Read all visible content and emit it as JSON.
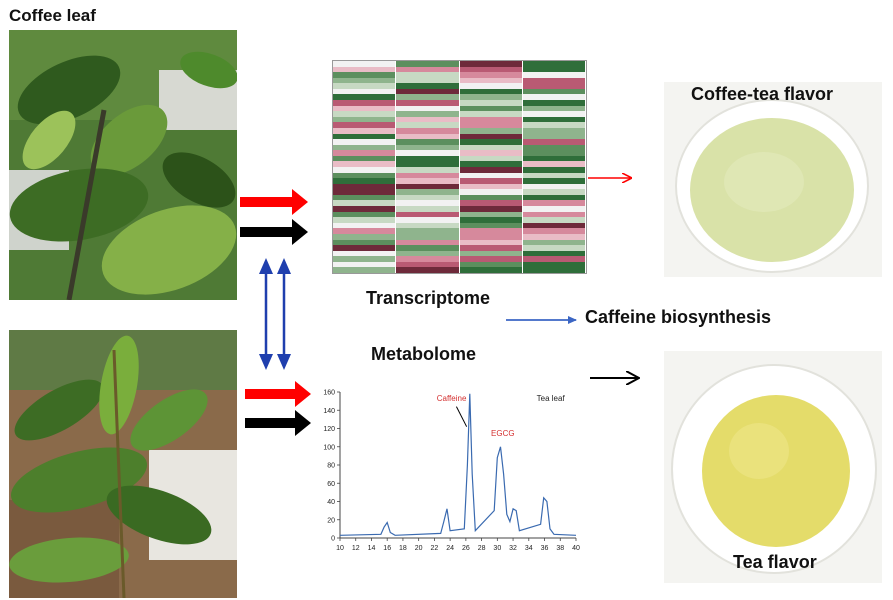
{
  "labels": {
    "coffee_leaf": "Coffee leaf",
    "transcriptome": "Transcriptome",
    "metabolome": "Metabolome",
    "caffeine_biosynthesis": "Caffeine biosynthesis",
    "coffee_tea_flavor": "Coffee-tea flavor",
    "tea_flavor": "Tea flavor"
  },
  "colors": {
    "red_arrow": "#ff0000",
    "black_arrow": "#000000",
    "blue_arrow": "#1f3fae",
    "caffeine_label": "#d43030",
    "chromatogram_line": "#3a6ab0",
    "coffee_tea_liquid": "#d9e2a8",
    "tea_liquid": "#e4dc6a"
  },
  "heatmap": {
    "columns": 4,
    "rows": 38,
    "palette": [
      "#2f6e3a",
      "#5c8f5e",
      "#8fb48d",
      "#c7d9c3",
      "#f2f2f2",
      "#e9bcc6",
      "#d6899c",
      "#b95a73",
      "#6e2a3a"
    ]
  },
  "chart_data": {
    "type": "line",
    "title": "",
    "annotations": [
      "Caffeine",
      "EGCG",
      "Tea leaf"
    ],
    "xlim": [
      10,
      40
    ],
    "ylim": [
      0,
      160
    ],
    "x_ticks": [
      "10",
      "12",
      "14",
      "16",
      "18",
      "20",
      "22",
      "24",
      "26",
      "28",
      "30",
      "32",
      "34",
      "36",
      "38",
      "40"
    ],
    "y_ticks": [
      "0",
      "20",
      "40",
      "60",
      "80",
      "100",
      "120",
      "140",
      "160"
    ],
    "series": [
      {
        "x": [
          10,
          15.2,
          15.6,
          16.0,
          16.4,
          17,
          22.8,
          23.2,
          23.6,
          24.0,
          25.8,
          26.2,
          26.5,
          26.8,
          27.2,
          29.6,
          30.0,
          30.4,
          30.8,
          31.2,
          31.6,
          32.0,
          32.4,
          32.8,
          35.5,
          35.9,
          36.3,
          36.7,
          37.2,
          40
        ],
        "y": [
          3,
          4,
          12,
          17,
          6,
          3,
          5,
          18,
          32,
          8,
          10,
          80,
          158,
          70,
          8,
          30,
          88,
          100,
          70,
          26,
          18,
          32,
          30,
          8,
          15,
          44,
          40,
          10,
          4,
          3
        ]
      }
    ]
  }
}
